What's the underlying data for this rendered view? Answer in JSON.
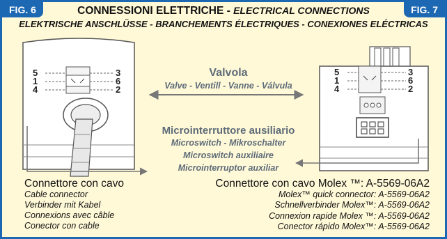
{
  "badges": {
    "left": "FIG. 6",
    "right": "FIG. 7"
  },
  "title": {
    "main": "CONNESSIONI ELETTRICHE - ",
    "main_italic": "ELECTRICAL CONNECTIONS",
    "sub": "ELEKTRISCHE ANSCHLÜSSE - BRANCHEMENTS ÉLECTRIQUES - CONEXIONES ELÉCTRICAS"
  },
  "valve": {
    "label": "Valvola",
    "translations": "Valve - Ventill - Vanne - Válvula"
  },
  "microswitch": {
    "label": "Microinterruttore ausiliario",
    "translations": [
      "Microswitch - Mikroschalter",
      "Microswitch auxiliaire",
      "Microinterruptor auxiliar"
    ]
  },
  "pins": {
    "left": [
      "5",
      "1",
      "4"
    ],
    "right": [
      "3",
      "6",
      "2"
    ]
  },
  "cable_connector": {
    "title": "Connettore con cavo",
    "translations": [
      "Cable connector",
      "Verbinder mit Kabel",
      "Connexions avec câble",
      "Conector con cable"
    ]
  },
  "molex_connector": {
    "title": "Connettore con cavo Molex ™: A-5569-06A2",
    "translations": [
      "Molex™ quick connector: A-5569-06A2",
      "Schnellverbinder Molex™: A-5569-06A2",
      "Connexion rapide Molex ™: A-5569-06A2",
      "Conector rápido Molex™: A-5569-06A2"
    ]
  },
  "colors": {
    "frame": "#1d68b3",
    "background": "#fff9d8",
    "label_gray": "#5d6b78",
    "arrow_gray": "#777777"
  },
  "icons": [
    "left-actuator-illustration",
    "right-actuator-illustration",
    "double-arrow-icon",
    "arrow-icon"
  ]
}
